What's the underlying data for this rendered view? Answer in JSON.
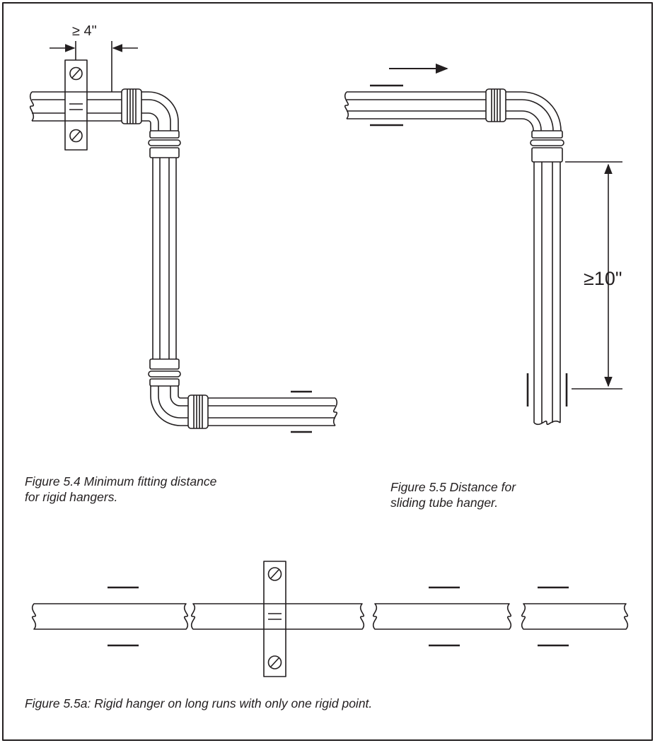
{
  "figures": {
    "fig_5_4": {
      "dimension_label": "≥ 4\"",
      "caption_lines": [
        "Figure 5.4  Minimum fitting distance",
        "for rigid hangers."
      ]
    },
    "fig_5_5": {
      "dimension_label": "≥10\"",
      "caption_lines": [
        "Figure 5.5 Distance for",
        "sliding tube hanger."
      ]
    },
    "fig_5_5a": {
      "caption_lines": [
        "Figure 5.5a: Rigid hanger on long runs with only one rigid point."
      ]
    }
  },
  "colors": {
    "ink": "#231f20",
    "background": "#ffffff"
  }
}
